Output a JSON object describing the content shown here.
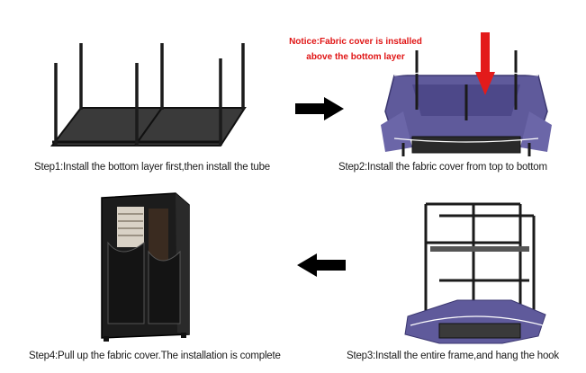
{
  "steps": [
    {
      "id": 1,
      "caption": "Step1:Install the bottom layer first,then install the tube"
    },
    {
      "id": 2,
      "caption": "Step2:Install the fabric cover from top to bottom"
    },
    {
      "id": 3,
      "caption": "Step3:Install the entire frame,and hang the hook"
    },
    {
      "id": 4,
      "caption": "Step4:Pull up the fabric cover.The installation is complete"
    }
  ],
  "notice": {
    "line1": "Notice:Fabric cover is installed",
    "line2": "above the bottom layer"
  },
  "colors": {
    "notice_text": "#e01515",
    "notice_arrow": "#e31b1b",
    "fabric_purple": "#5f5a9b",
    "frame_black": "#1b1b1b",
    "flow_arrow": "#000000"
  },
  "icons": [
    "right-arrow-icon",
    "left-arrow-icon",
    "down-arrow-icon"
  ]
}
